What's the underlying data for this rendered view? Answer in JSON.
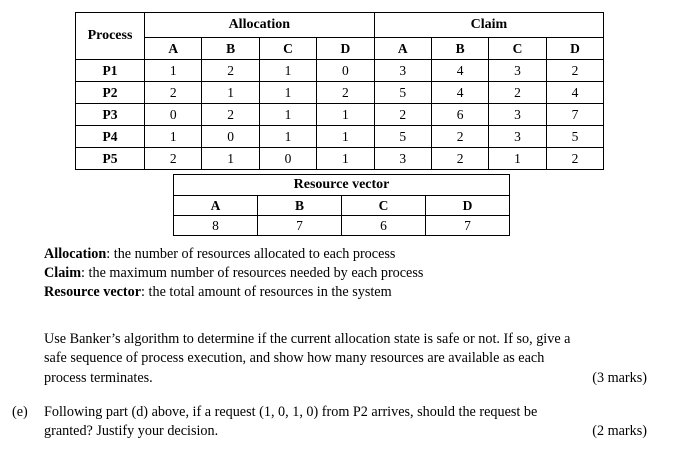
{
  "main_table": {
    "group_headers": {
      "process": "Process",
      "allocation": "Allocation",
      "claim": "Claim"
    },
    "resource_columns": [
      "A",
      "B",
      "C",
      "D"
    ],
    "rows": [
      {
        "process": "P1",
        "allocation": [
          1,
          2,
          1,
          0
        ],
        "claim": [
          3,
          4,
          3,
          2
        ]
      },
      {
        "process": "P2",
        "allocation": [
          2,
          1,
          1,
          2
        ],
        "claim": [
          5,
          4,
          2,
          4
        ]
      },
      {
        "process": "P3",
        "allocation": [
          0,
          2,
          1,
          1
        ],
        "claim": [
          2,
          6,
          3,
          7
        ]
      },
      {
        "process": "P4",
        "allocation": [
          1,
          0,
          1,
          1
        ],
        "claim": [
          5,
          2,
          3,
          5
        ]
      },
      {
        "process": "P5",
        "allocation": [
          2,
          1,
          0,
          1
        ],
        "claim": [
          3,
          2,
          1,
          2
        ]
      }
    ]
  },
  "resource_table": {
    "title": "Resource vector",
    "columns": [
      "A",
      "B",
      "C",
      "D"
    ],
    "values": [
      8,
      7,
      6,
      7
    ]
  },
  "definitions": [
    {
      "term": "Allocation",
      "text": ": the number of resources allocated to each process"
    },
    {
      "term": "Claim",
      "text": ": the maximum number of resources needed by each process"
    },
    {
      "term": "Resource vector",
      "text": ": the total amount of resources in the system"
    }
  ],
  "question_d": {
    "line1": "Use Banker’s algorithm to determine if the current allocation state is safe or not.  If so, give a",
    "line2": "safe sequence of process execution, and show how many resources are available as each",
    "line3": "process terminates.",
    "marks": "(3 marks)"
  },
  "question_e": {
    "marker": "(e)",
    "line1": "Following part (d) above, if a request (1, 0, 1, 0) from P2 arrives, should the request be",
    "line2": "granted?  Justify your decision.",
    "marks": "(2 marks)"
  }
}
